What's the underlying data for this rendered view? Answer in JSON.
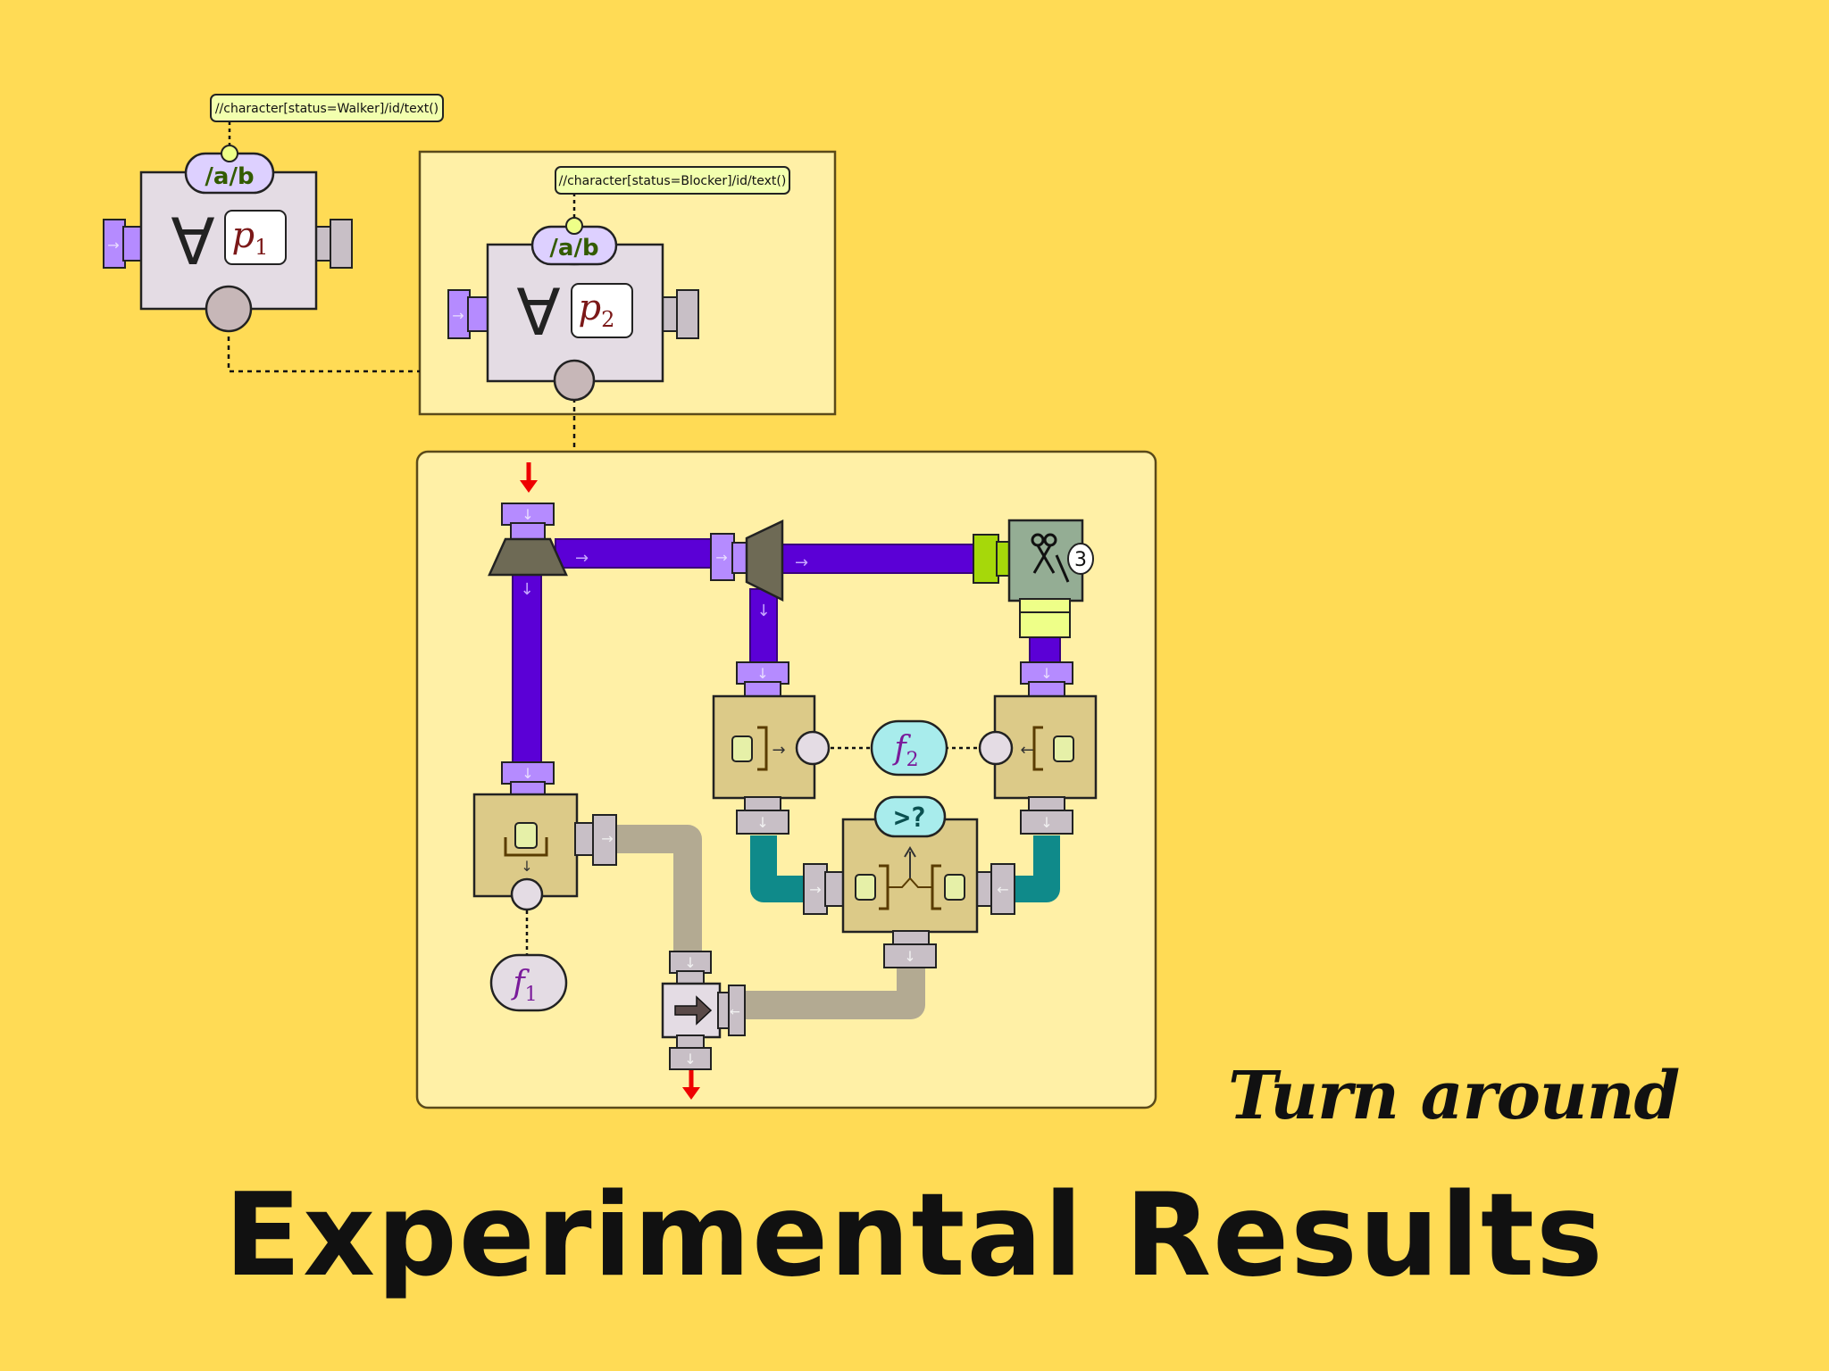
{
  "caption": "Turn around",
  "title": "Experimental Results",
  "query_walker": "//character[status=Walker]/id/text()",
  "query_blocker": "//character[status=Blocker]/id/text()",
  "path_label": "/a/b",
  "forall_symbol": "∀",
  "predicate_p1": "p",
  "predicate_p1_sub": "1",
  "predicate_p2": "p",
  "predicate_p2_sub": "2",
  "function_f1": "f",
  "function_f1_sub": "1",
  "function_f2": "f",
  "function_f2_sub": "2",
  "compare_label": ">?",
  "count_badge": "3",
  "colors": {
    "background": "#ffdb55",
    "panel": "#fff0a6",
    "pipe_main": "#5b00d6",
    "pipe_teal": "#0f8a8a",
    "pipe_grey": "#b3aa92",
    "connector_purple": "#b58bff",
    "arrow_red": "#ee0000"
  }
}
